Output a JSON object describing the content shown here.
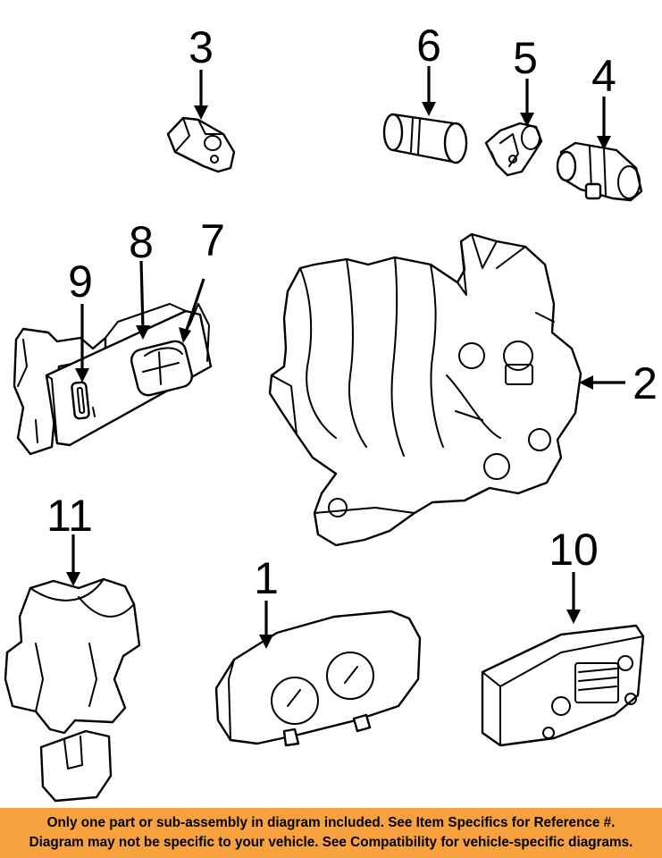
{
  "callouts": [
    {
      "id": "1",
      "text": "1"
    },
    {
      "id": "2",
      "text": "2"
    },
    {
      "id": "3",
      "text": "3"
    },
    {
      "id": "4",
      "text": "4"
    },
    {
      "id": "5",
      "text": "5"
    },
    {
      "id": "6",
      "text": "6"
    },
    {
      "id": "7",
      "text": "7"
    },
    {
      "id": "8",
      "text": "8"
    },
    {
      "id": "9",
      "text": "9"
    },
    {
      "id": "10",
      "text": "10"
    },
    {
      "id": "11",
      "text": "11"
    }
  ],
  "notice": {
    "line1": "Only one part or sub-assembly in diagram included. See Item Specifics for Reference #.",
    "line2": "Diagram may not be specific to your vehicle. See Compatibility for vehicle-specific diagrams.",
    "background": "#f7a13f"
  }
}
